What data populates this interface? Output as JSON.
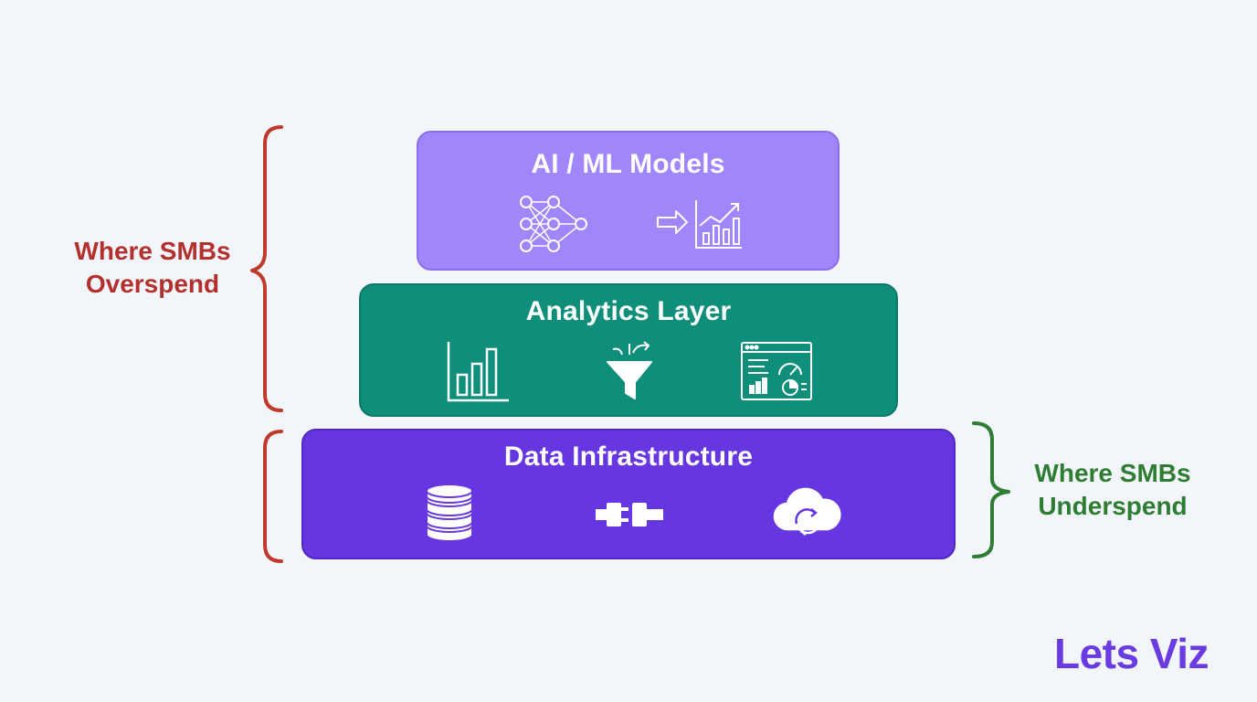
{
  "diagram": {
    "layers": [
      {
        "id": "ai",
        "title": "AI / ML Models",
        "icons": [
          "neural-network-icon",
          "prediction-chart-icon"
        ],
        "color": "#a085fb"
      },
      {
        "id": "analytics",
        "title": "Analytics Layer",
        "icons": [
          "bar-chart-icon",
          "filter-funnel-icon",
          "dashboard-icon"
        ],
        "color": "#0f8f7a"
      },
      {
        "id": "data",
        "title": "Data Infrastructure",
        "icons": [
          "database-icon",
          "connector-plug-icon",
          "cloud-sync-icon"
        ],
        "color": "#6637e0"
      }
    ],
    "overspend": {
      "line1": "Where SMBs",
      "line2": "Overspend",
      "color": "#b3302d"
    },
    "underspend": {
      "line1": "Where SMBs",
      "line2": "Underspend",
      "color": "#2f7d32"
    }
  },
  "brand": {
    "name": "Lets Viz",
    "color": "#6a3be0"
  }
}
